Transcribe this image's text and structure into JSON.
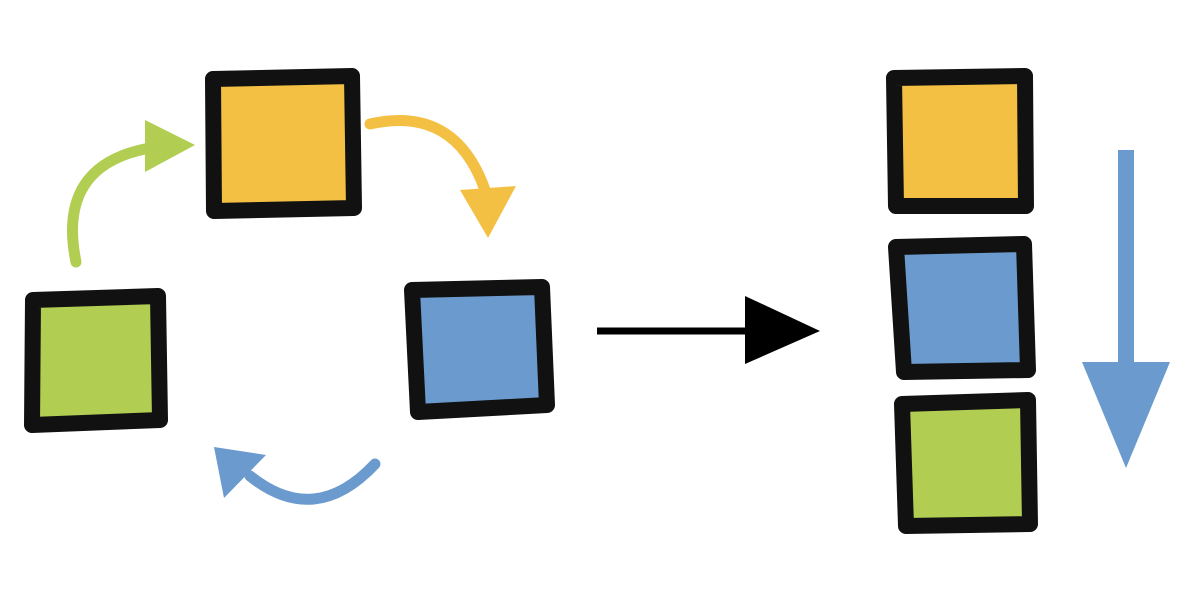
{
  "colors": {
    "background": "#ffffff",
    "outline": "#111111",
    "orange": "#f4c044",
    "blue": "#6b9bce",
    "green": "#b1ce52",
    "transform_arrow": "#000000"
  },
  "cycle": {
    "boxes": [
      {
        "name": "orange-box",
        "color": "orange"
      },
      {
        "name": "blue-box",
        "color": "blue"
      },
      {
        "name": "green-box",
        "color": "green"
      }
    ],
    "arrows": [
      {
        "name": "orange-to-blue-arrow",
        "color": "orange"
      },
      {
        "name": "blue-to-green-arrow",
        "color": "blue"
      },
      {
        "name": "green-to-orange-arrow",
        "color": "green"
      }
    ]
  },
  "stack": {
    "order": [
      "orange",
      "blue",
      "green"
    ],
    "direction_arrow": {
      "name": "downward-arrow",
      "color": "blue"
    }
  },
  "transform_arrow": {
    "name": "right-arrow",
    "color": "transform_arrow"
  }
}
